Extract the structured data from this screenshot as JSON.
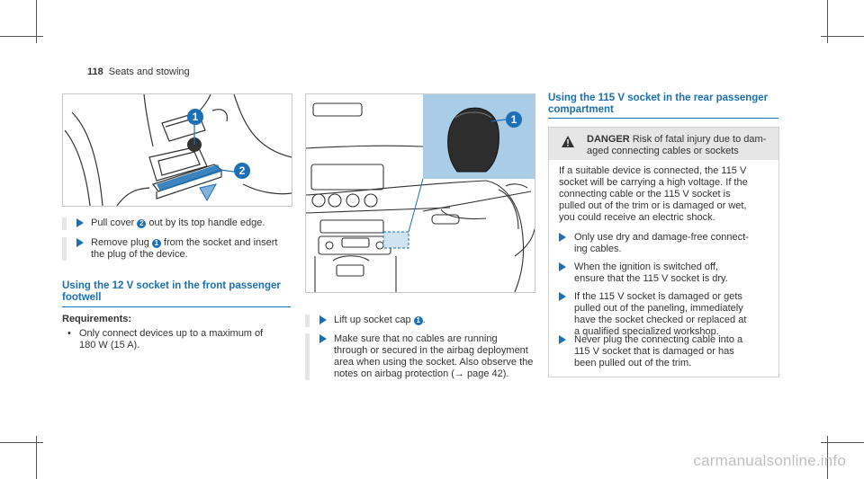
{
  "header": {
    "page_number": "118",
    "section": "Seats and stowing"
  },
  "left": {
    "steps": [
      [
        "Pull cover ",
        "2",
        " out by its top handle edge."
      ],
      [
        "Remove plug ",
        "1",
        " from the socket and insert",
        "the plug of the device."
      ]
    ],
    "heading": [
      "Using the 12 V socket in the front passenger",
      "footwell"
    ],
    "requirements_label": "Requirements:",
    "requirement": [
      "Only connect devices up to a maximum of",
      "180 W (15 A)."
    ]
  },
  "middle": {
    "steps": [
      [
        "Lift up socket cap ",
        "1",
        "."
      ],
      [
        "Make sure that no cables are running",
        "through or secured in the airbag deployment",
        "area when using the socket. Also observe the",
        "notes on airbag protection (→ page 42)."
      ]
    ]
  },
  "right": {
    "heading": [
      "Using the 115 V socket in the rear passenger",
      "compartment"
    ],
    "danger": {
      "title": "DANGER",
      "lead": [
        "Risk of fatal injury due to dam-",
        "aged connecting cables or sockets"
      ],
      "body": [
        "If a suitable device is connected, the 115 V",
        "socket will be carrying a high voltage. If the",
        "connecting cable or the 115 V socket is",
        "pulled out of the trim or is damaged or wet,",
        "you could receive an electric shock."
      ],
      "steps": [
        [
          "Only use dry and damage-free connect-",
          "ing cables."
        ],
        [
          "When the ignition is switched off,",
          "ensure that the 115 V socket is dry."
        ],
        [
          "If the 115 V socket is damaged or gets",
          "pulled out of the paneling, immediately",
          "have the socket checked or replaced at",
          "a qualified specialized workshop."
        ],
        [
          "Never plug the connecting cable into a",
          "115 V socket that is damaged or has",
          "been pulled out of the trim."
        ]
      ]
    }
  },
  "figure_labels": {
    "one": "1",
    "two": "2"
  },
  "watermark": "carmanualsonline.info",
  "colors": {
    "accent": "#1a6fb5",
    "highlight_panel": "#a9cde6"
  }
}
